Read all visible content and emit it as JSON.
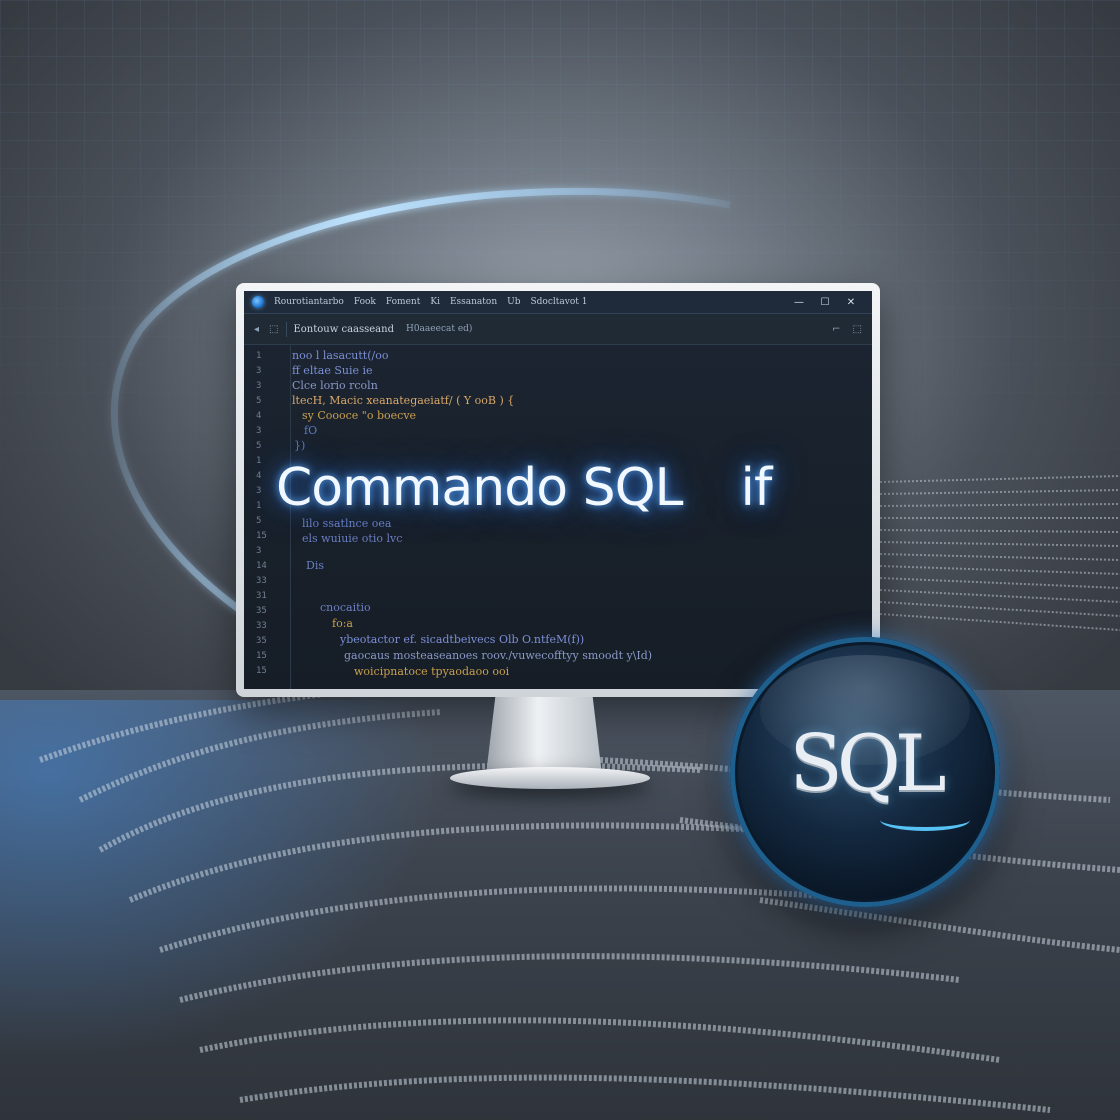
{
  "window": {
    "title_menu": [
      "Rourotiantarbo",
      "Fook",
      "Foment",
      "Ki",
      "Essanaton",
      "Ub",
      "Sdocltavot 1"
    ],
    "controls": [
      "—",
      "☐",
      "✕"
    ],
    "toolbar_icons": [
      "◂",
      "⬚",
      "⬚"
    ],
    "tab_label": "Eontouw caasseand",
    "tab_extra": "H0aaeecat ed)"
  },
  "editor": {
    "line_numbers": [
      "1",
      "3",
      "3",
      "5",
      "4",
      "3",
      "5",
      "1",
      "4",
      "3",
      "1",
      "5",
      "15",
      "3",
      "14",
      "33",
      "31",
      "35",
      "33",
      "35",
      "15",
      "15"
    ],
    "code_lines": [
      {
        "text": "noo l lasacutt(/oo",
        "color": "#7c8fd6"
      },
      {
        "text": "ff  eltae Suie ie",
        "color": "#7c8fd6"
      },
      {
        "text": "Clce lorio  rcoln",
        "color": "#8a9ac8"
      },
      {
        "text": "ltecH,  Macic xeanategaeiatf/ ( Y ooB     )   {",
        "color": "#d9a86a"
      },
      {
        "text": "sy   Coooce  \"o  boecve",
        "color": "#c9a04f"
      },
      {
        "text": "fO",
        "color": "#5f7ac2"
      },
      {
        "text": "})",
        "color": "#5f7ac2"
      },
      {
        "text": "lilo  ssatlnce oea",
        "color": "#6b7fc4"
      },
      {
        "text": "els  wuiuie otio lvc",
        "color": "#6b7fc4"
      },
      {
        "text": "Dis",
        "color": "#6b7fc4"
      },
      {
        "text": "cnocaitio",
        "color": "#6b7fc4"
      },
      {
        "text": "fo:a",
        "color": "#c9a04f"
      },
      {
        "text": "ybeotactor ef.  sicadtbeivecs Olb O.ntfeM(f))",
        "color": "#7c8fd6"
      },
      {
        "text": "gaocaus mosteaseanoes  roov./vuwecofftyy  smoodt  y\\Id)",
        "color": "#8a9ac8"
      },
      {
        "text": "woicipnatoce  tpyaodaoo ooi",
        "color": "#c9a04f"
      }
    ],
    "headline_part1": "Commando SQL",
    "headline_part2": "if"
  },
  "badge": {
    "text": "SQL",
    "swoosh_color": "#56c2f5"
  },
  "colors": {
    "accent_glow": "#3c8cff",
    "screen_bg": "#1a222c"
  }
}
